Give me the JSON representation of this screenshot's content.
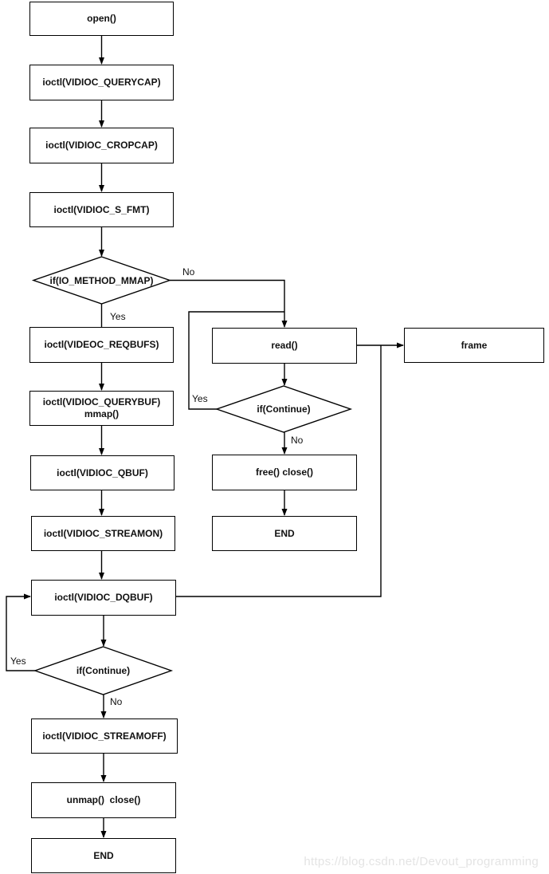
{
  "nodes": {
    "open": {
      "label": "open()"
    },
    "querycap": {
      "label": "ioctl(VIDIOC_QUERYCAP)"
    },
    "cropcap": {
      "label": "ioctl(VIDIOC_CROPCAP)"
    },
    "sfmt": {
      "label": "ioctl(VIDIOC_S_FMT)"
    },
    "mmap_decision": {
      "label": "if(IO_METHOD_MMAP)"
    },
    "reqbufs": {
      "label": "ioctl(VIDEOC_REQBUFS)"
    },
    "querybuf": {
      "label_line1": "ioctl(VIDIOC_QUERYBUF)",
      "label_line2": "mmap()"
    },
    "qbuf": {
      "label": "ioctl(VIDIOC_QBUF)"
    },
    "streamon": {
      "label": "ioctl(VIDIOC_STREAMON)"
    },
    "dqbuf": {
      "label": "ioctl(VIDIOC_DQBUF)"
    },
    "continue_left": {
      "label": "if(Continue)"
    },
    "streamoff": {
      "label": "ioctl(VIDIOC_STREAMOFF)"
    },
    "unmap_close": {
      "label": "unmap()  close()"
    },
    "end_left": {
      "label": "END"
    },
    "read": {
      "label": "read()"
    },
    "frame": {
      "label": "frame"
    },
    "continue_right": {
      "label": "if(Continue)"
    },
    "free_close": {
      "label": "free() close()"
    },
    "end_right": {
      "label": "END"
    }
  },
  "edge_labels": {
    "mmap_no": "No",
    "mmap_yes": "Yes",
    "continue_right_yes": "Yes",
    "continue_right_no": "No",
    "continue_left_yes": "Yes",
    "continue_left_no": "No"
  },
  "watermark": "https://blog.csdn.net/Devout_programming",
  "colors": {
    "stroke": "#000000",
    "node_fill": "#ffffff",
    "text": "#111111",
    "watermark": "#e4e4e4"
  }
}
